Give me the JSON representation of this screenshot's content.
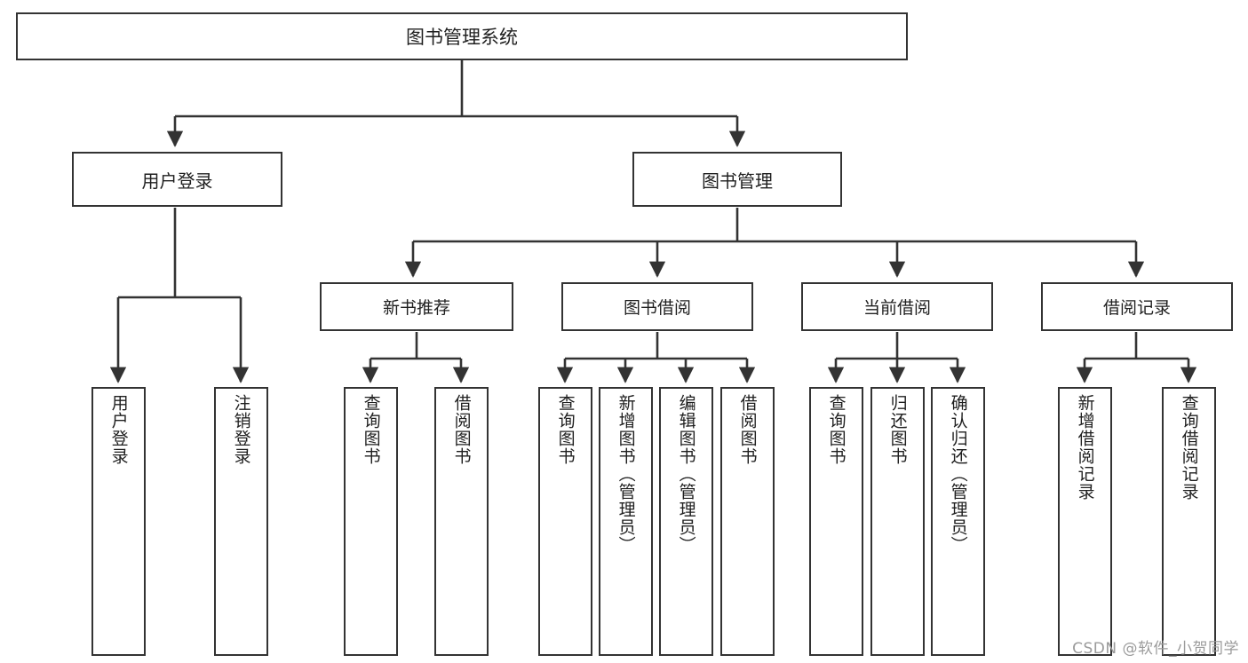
{
  "diagram": {
    "title": "图书管理系统",
    "type": "functional-structure-tree",
    "root": {
      "label": "图书管理系统"
    },
    "level2": [
      {
        "label": "用户登录"
      },
      {
        "label": "图书管理"
      }
    ],
    "level3": [
      {
        "label": "新书推荐"
      },
      {
        "label": "图书借阅"
      },
      {
        "label": "当前借阅"
      },
      {
        "label": "借阅记录"
      }
    ],
    "leaves": {
      "user_login": [
        {
          "label": "用户登录"
        },
        {
          "label": "注销登录"
        }
      ],
      "new_book_recommend": [
        {
          "label": "查询图书"
        },
        {
          "label": "借阅图书"
        }
      ],
      "book_borrow": [
        {
          "label": "查询图书"
        },
        {
          "label": "新增图书（管理员）"
        },
        {
          "label": "编辑图书（管理员）"
        },
        {
          "label": "借阅图书"
        }
      ],
      "current_borrow": [
        {
          "label": "查询图书"
        },
        {
          "label": "归还图书"
        },
        {
          "label": "确认归还（管理员）"
        }
      ],
      "borrow_record": [
        {
          "label": "新增借阅记录"
        },
        {
          "label": "查询借阅记录"
        }
      ]
    }
  },
  "watermark": {
    "text": "CSDN @软件_小贺同学"
  },
  "colors": {
    "stroke": "#333333",
    "box_fill": "#ffffff",
    "text": "#1f1f1f",
    "watermark": "#9b9b9b"
  }
}
